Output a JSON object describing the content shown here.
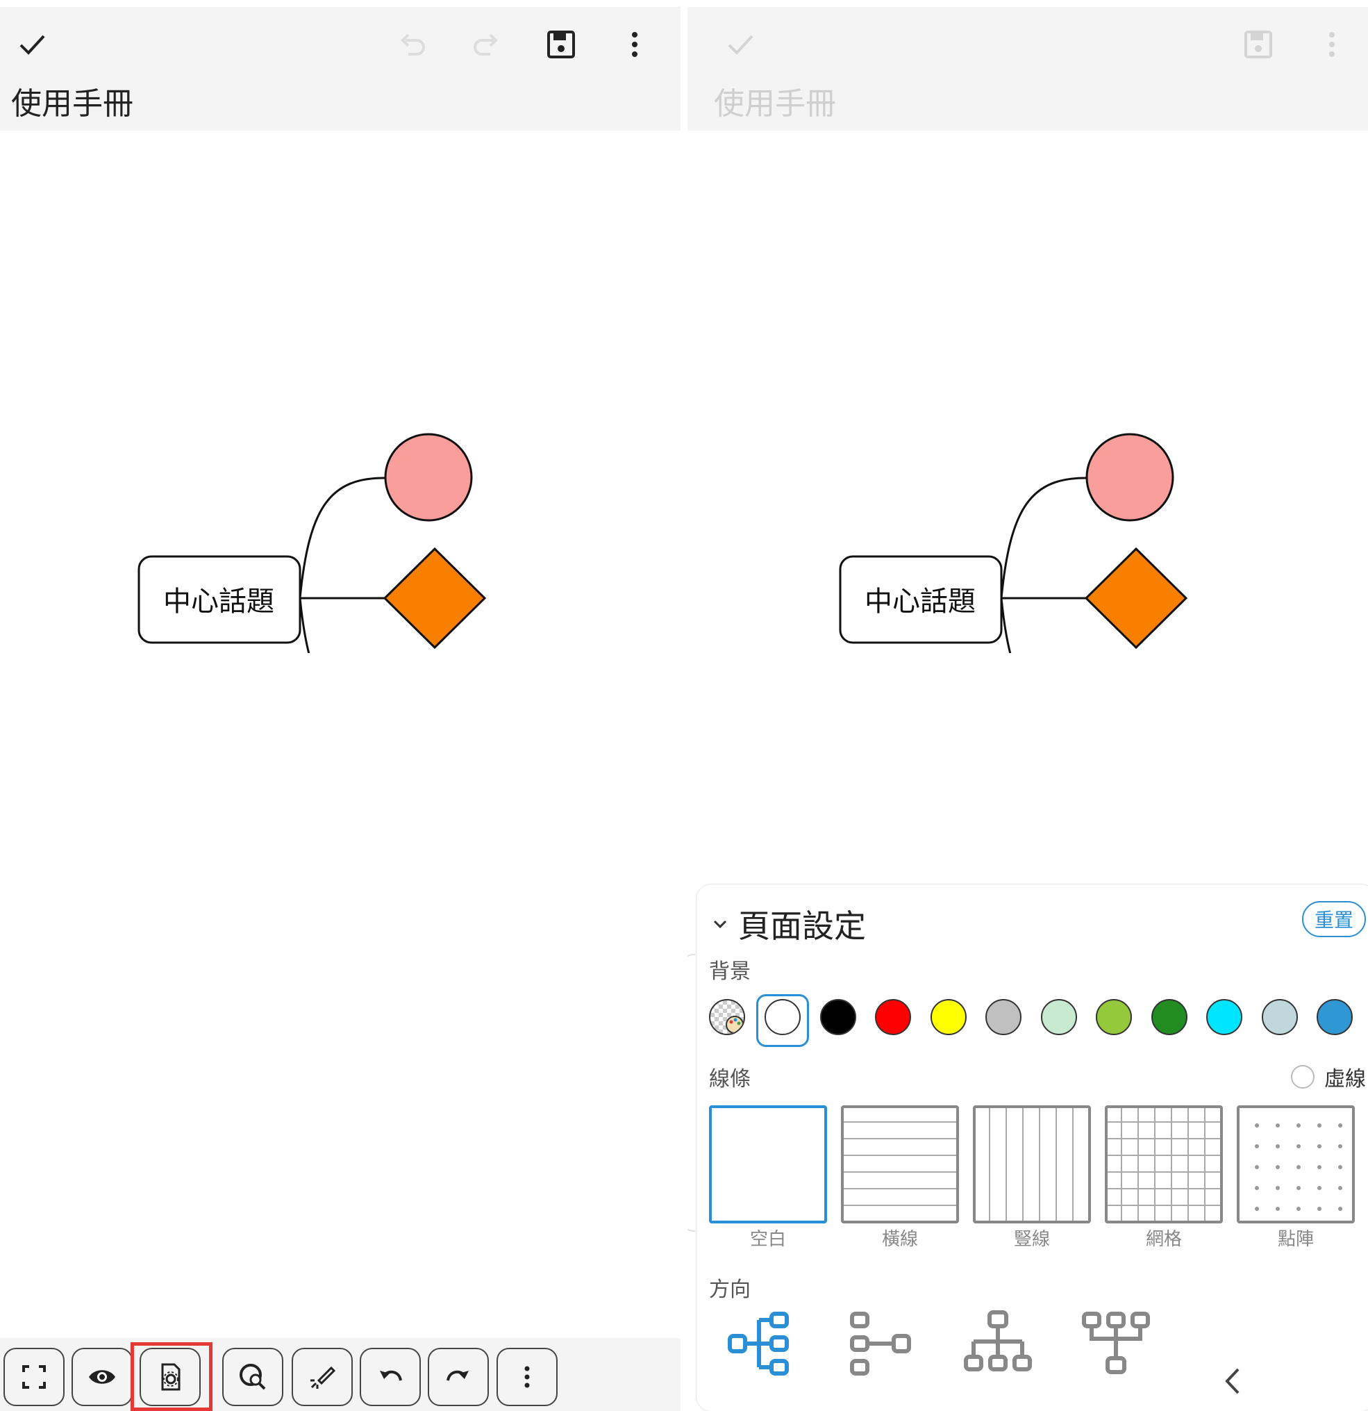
{
  "left": {
    "doc_title": "使用手冊",
    "center_topic": "中心話題"
  },
  "right": {
    "doc_title": "使用手冊",
    "center_topic": "中心話題",
    "panel": {
      "title": "頁面設定",
      "reset_label": "重置",
      "background_label": "背景",
      "background_swatches": [
        "#ffffff",
        "#000000",
        "#ff0000",
        "#ffff00",
        "#c0c0c0",
        "#c8ead0",
        "#95c93b",
        "#228b22",
        "#00e5ff",
        "#c0d8dc",
        "#2e97d4"
      ],
      "lines_label": "線條",
      "dashed_label": "虛線",
      "patterns": [
        "空白",
        "橫線",
        "豎線",
        "網格",
        "點陣"
      ],
      "direction_label": "方向"
    }
  },
  "colors": {
    "accent": "#2a8fd4",
    "circle_fill": "#f99e9a",
    "diamond_fill": "#f97f00",
    "hexagon_fill": "#c8ead0",
    "highlight": "#e53935"
  }
}
